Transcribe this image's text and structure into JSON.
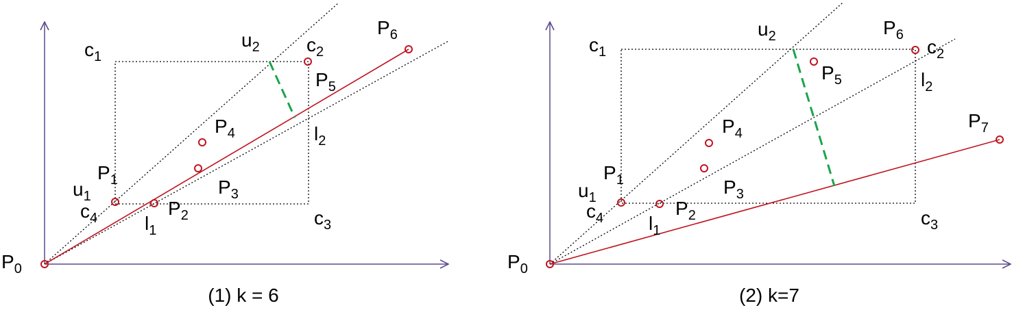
{
  "colors": {
    "axis": "#5b4a8c",
    "dotted": "#000000",
    "red": "#c0141e",
    "green": "#1aa54a",
    "text": "#000000"
  },
  "panels": [
    {
      "caption": "(1)  k = 6",
      "labels": {
        "P0": {
          "main": "P",
          "sub": "0"
        },
        "P1": {
          "main": "P",
          "sub": "1"
        },
        "P2": {
          "main": "P",
          "sub": "2"
        },
        "P3": {
          "main": "P",
          "sub": "3"
        },
        "P4": {
          "main": "P",
          "sub": "4"
        },
        "P5": {
          "main": "P",
          "sub": "5"
        },
        "P6": {
          "main": "P",
          "sub": "6"
        },
        "c1": {
          "main": "c",
          "sub": "1"
        },
        "c2": {
          "main": "c",
          "sub": "2"
        },
        "c3": {
          "main": "c",
          "sub": "3"
        },
        "c4": {
          "main": "c",
          "sub": "4"
        },
        "u1": {
          "main": "u",
          "sub": "1"
        },
        "u2": {
          "main": "u",
          "sub": "2"
        },
        "l1": {
          "main": "l",
          "sub": "1"
        },
        "l2": {
          "main": "l",
          "sub": "2"
        }
      }
    },
    {
      "caption": "(2)  k=7",
      "labels": {
        "P0": {
          "main": "P",
          "sub": "0"
        },
        "P1": {
          "main": "P",
          "sub": "1"
        },
        "P2": {
          "main": "P",
          "sub": "2"
        },
        "P3": {
          "main": "P",
          "sub": "3"
        },
        "P4": {
          "main": "P",
          "sub": "4"
        },
        "P5": {
          "main": "P",
          "sub": "5"
        },
        "P6": {
          "main": "P",
          "sub": "6"
        },
        "P7": {
          "main": "P",
          "sub": "7"
        },
        "c1": {
          "main": "c",
          "sub": "1"
        },
        "c2": {
          "main": "c",
          "sub": "2"
        },
        "c3": {
          "main": "c",
          "sub": "3"
        },
        "c4": {
          "main": "c",
          "sub": "4"
        },
        "u1": {
          "main": "u",
          "sub": "1"
        },
        "u2": {
          "main": "u",
          "sub": "2"
        },
        "l1": {
          "main": "l",
          "sub": "1"
        },
        "l2": {
          "main": "l",
          "sub": "2"
        }
      }
    }
  ]
}
